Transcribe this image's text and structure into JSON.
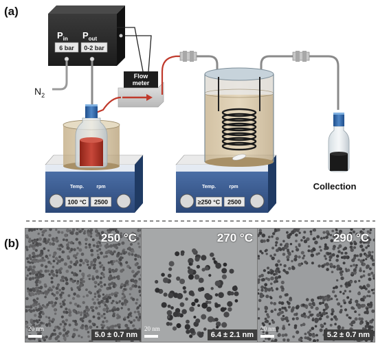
{
  "panels": {
    "a_label": "(a)",
    "b_label": "(b)"
  },
  "controller": {
    "p_in": "P",
    "p_in_sub": "in",
    "p_out": "P",
    "p_out_sub": "out",
    "p_in_value": "6 bar",
    "p_out_value": "0-2 bar"
  },
  "gas": {
    "n2": "N",
    "n2_sub": "2"
  },
  "flow_meter": {
    "line1": "Flow",
    "line2": "meter"
  },
  "hotplate_left": {
    "temp_label": "Temp.",
    "rpm_label": "rpm",
    "temp_value": "100 °C",
    "rpm_value": "2500"
  },
  "hotplate_right": {
    "temp_label": "Temp.",
    "rpm_label": "rpm",
    "temp_value": "≥250 °C",
    "rpm_value": "2500"
  },
  "collection_label": "Collection",
  "tem": [
    {
      "temperature": "250 °C",
      "size": "5.0 ± 0.7 nm",
      "scale": "20 nm"
    },
    {
      "temperature": "270 °C",
      "size": "6.4 ± 2.1 nm",
      "scale": "20 nm"
    },
    {
      "temperature": "290 °C",
      "size": "5.2 ± 0.7 nm",
      "scale": "20 nm"
    }
  ],
  "colors": {
    "tubing_red": "#c0392b",
    "liquid_red": "#b8352a",
    "liquid_tan": "#c9b48f",
    "hotplate_blue": "#3c5f93",
    "controller_dark": "#2a2a2a"
  }
}
